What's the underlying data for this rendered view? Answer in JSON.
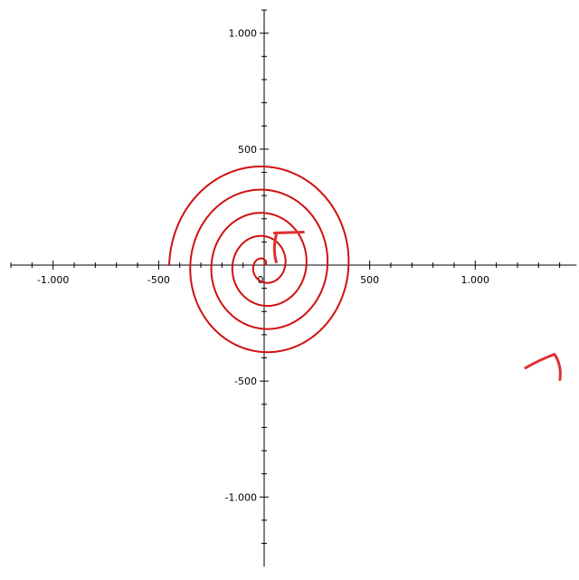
{
  "chart_data": {
    "type": "line",
    "title": "",
    "xlabel": "",
    "ylabel": "",
    "xlim": [
      -1200,
      1480
    ],
    "ylim": [
      -1300,
      1100
    ],
    "grid": false,
    "x_ticks": [
      {
        "value": -1000,
        "label": "-1.000"
      },
      {
        "value": -500,
        "label": "-500"
      },
      {
        "value": 0,
        "label": "0"
      },
      {
        "value": 500,
        "label": "500"
      },
      {
        "value": 1000,
        "label": "1.000"
      }
    ],
    "y_ticks": [
      {
        "value": 1000,
        "label": "1.000"
      },
      {
        "value": 500,
        "label": "500"
      },
      {
        "value": -500,
        "label": "-500"
      },
      {
        "value": -1000,
        "label": "-1.000"
      }
    ],
    "series": [
      {
        "style": "Archimedean spiral r = 50·θ/π, counter-clockwise, θ from 0 to 9π",
        "color": "#d01010",
        "theta_max_pi": 9,
        "r_per_pi": 50,
        "points": [
          [
            0,
            0
          ],
          [
            50,
            0
          ],
          [
            -100,
            0
          ],
          [
            150,
            0
          ],
          [
            -200,
            0
          ],
          [
            250,
            0
          ],
          [
            -300,
            0
          ],
          [
            350,
            0
          ],
          [
            -400,
            0
          ],
          [
            450,
            0
          ],
          [
            0,
            25
          ],
          [
            0,
            -75
          ],
          [
            0,
            125
          ],
          [
            0,
            -175
          ],
          [
            0,
            225
          ],
          [
            0,
            -275
          ],
          [
            0,
            325
          ],
          [
            0,
            -375
          ],
          [
            0,
            425
          ]
        ]
      }
    ],
    "annotations": [
      {
        "kind": "hand-drawn-arrow",
        "color": "#e03030",
        "near": [
          100,
          150
        ],
        "meaning": "start direction"
      },
      {
        "kind": "hand-drawn-arrow",
        "color": "#e03030",
        "near": [
          1350,
          -400
        ],
        "meaning": "curve direction"
      }
    ]
  }
}
